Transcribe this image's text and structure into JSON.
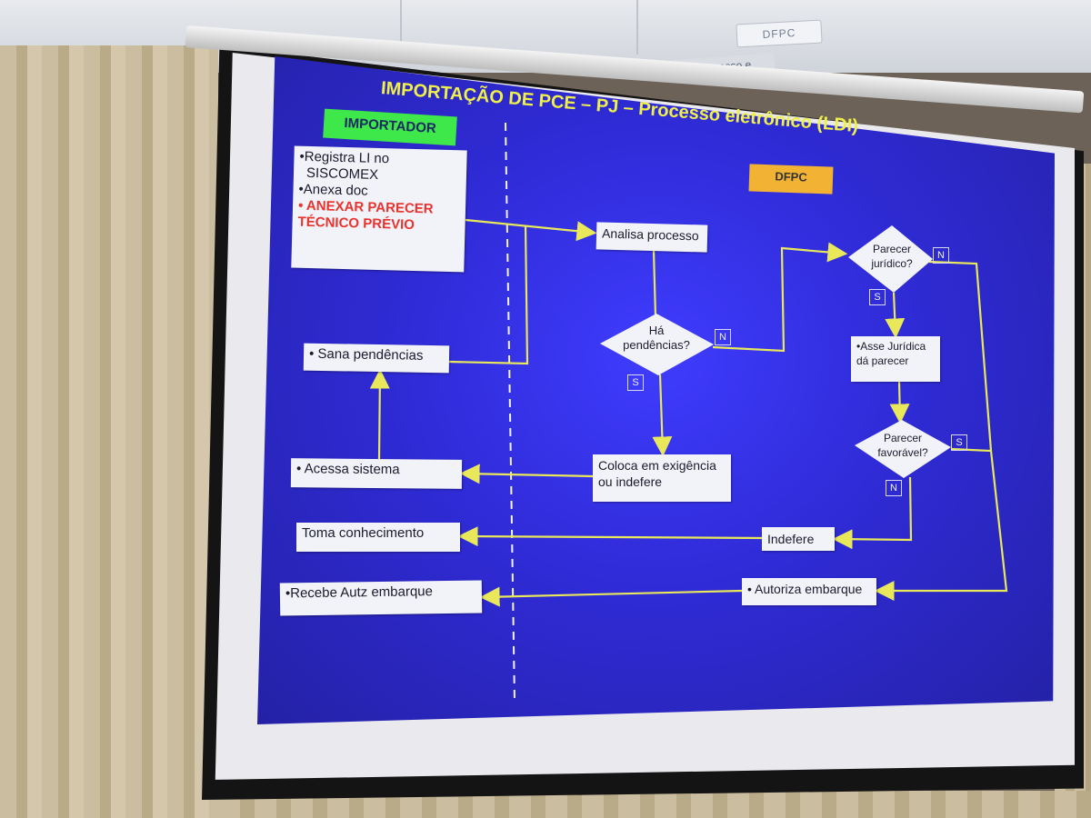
{
  "ceiling_sign": "DFPC",
  "ceiling_sign_2": "processo e",
  "title": "IMPORTAÇÃO DE PCE – PJ – Processo eletrônico (LDI)",
  "lanes": {
    "left": "IMPORTADOR",
    "right": "DFPC"
  },
  "nodes": {
    "registra_1": "•Registra LI no",
    "registra_2": "SISCOMEX",
    "anexa": "•Anexa doc",
    "anexar_1": "• ANEXAR PARECER",
    "anexar_2": "TÉCNICO PRÉVIO",
    "sana": "• Sana pendências",
    "acessa": "• Acessa  sistema",
    "toma": "Toma conhecimento",
    "recebe": "•Recebe Autz embarque",
    "analisa": "Analisa processo",
    "pend_1": "Há",
    "pend_2": "pendências?",
    "coloca_1": "Coloca em exigência",
    "coloca_2": "ou indefere",
    "parjur_1": "Parecer",
    "parjur_2": "jurídico?",
    "asse_1": "•Asse Jurídica",
    "asse_2": "dá parecer",
    "parfav_1": "Parecer",
    "parfav_2": "favorável?",
    "indefere": "Indefere",
    "autoriza": "• Autoriza embarque"
  },
  "tags": {
    "n1": "N",
    "s1": "S",
    "n2": "N",
    "s2": "S",
    "s3": "S",
    "n3": "N"
  },
  "colors": {
    "slide_blue": "#2f2bd6",
    "arrow": "#e8e85a",
    "title": "#f0f04a",
    "lane_left": "#3ee84a",
    "lane_right": "#f2b233",
    "highlight": "#e8332f"
  }
}
